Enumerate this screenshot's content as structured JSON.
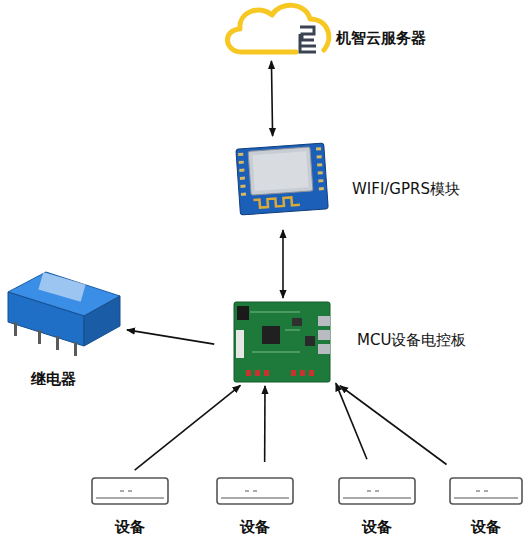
{
  "diagram": {
    "nodes": [
      {
        "text": [
          "机智云服务器"
        ]
      },
      {
        "text": [
          "WIFI/GPRS模块"
        ]
      },
      {
        "text": [
          "MCU设备电控板"
        ]
      },
      {
        "text": [
          "继电器"
        ]
      },
      {
        "text": [
          "设备"
        ]
      },
      {
        "text": [
          "设备"
        ]
      },
      {
        "text": [
          "设备"
        ]
      },
      {
        "text": [
          "设备"
        ]
      }
    ],
    "edges": [
      {
        "from": 0,
        "to": 1,
        "arrow": "both"
      },
      {
        "from": 1,
        "to": 2,
        "arrow": "both"
      },
      {
        "from": 2,
        "to": 3,
        "arrow": "to"
      },
      {
        "from": 4,
        "to": 2,
        "arrow": "to"
      },
      {
        "from": 5,
        "to": 2,
        "arrow": "to"
      },
      {
        "from": 6,
        "to": 2,
        "arrow": "to"
      },
      {
        "from": 7,
        "to": 2,
        "arrow": "to"
      }
    ]
  }
}
